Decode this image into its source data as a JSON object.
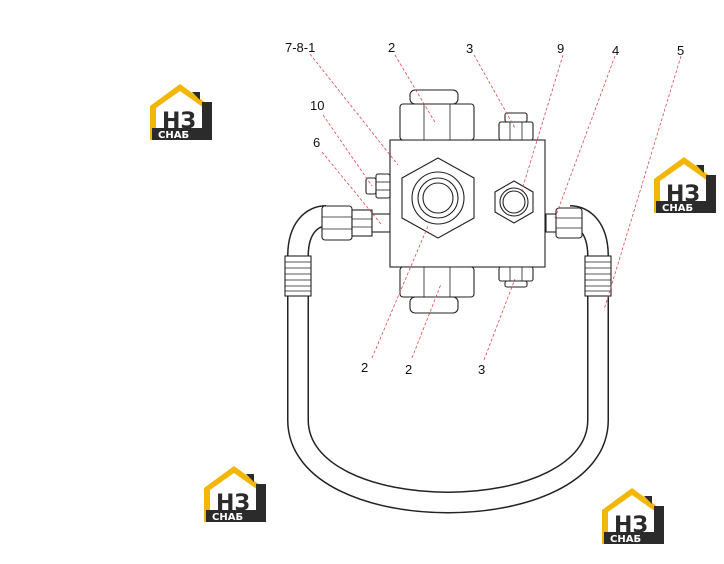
{
  "callouts": {
    "c_781": "7-8-1",
    "c_2_top": "2",
    "c_3_top": "3",
    "c_9": "9",
    "c_4": "4",
    "c_5": "5",
    "c_10": "10",
    "c_6": "6",
    "c_2_left": "2",
    "c_2_bottom": "2",
    "c_3_bottom": "3"
  },
  "watermark": {
    "mark": "НЗ",
    "caption": "СНАБ"
  },
  "colors": {
    "leader": "#d94a4a",
    "logo_gold": "#f2b705",
    "logo_dark": "#2b2b2b",
    "line": "#222222"
  }
}
